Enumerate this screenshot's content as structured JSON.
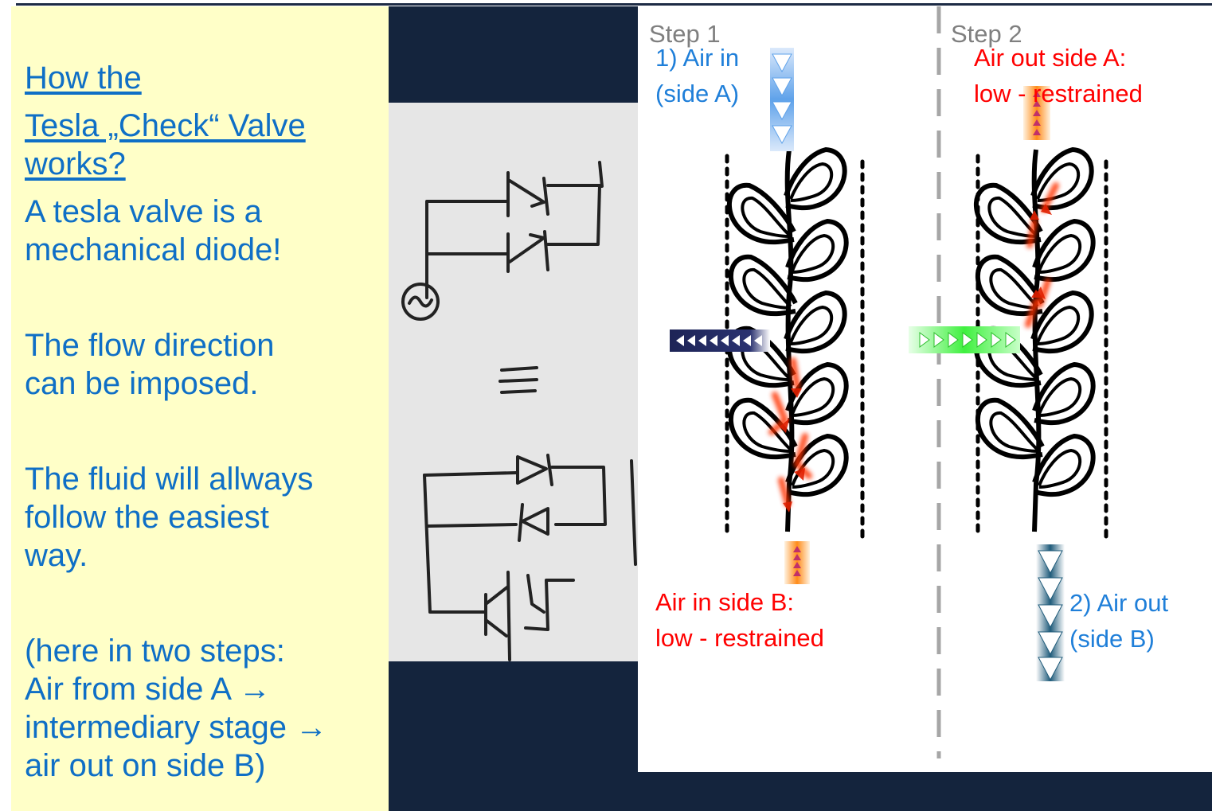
{
  "left": {
    "title_lines": [
      "How the",
      "Tesla „Check“ Valve",
      "works?"
    ],
    "para1_lines": [
      "A tesla valve is a",
      "mechanical diode!"
    ],
    "para2_lines": [
      "The flow direction",
      "can be imposed."
    ],
    "para3_lines": [
      "The fluid will allways",
      "follow the easiest",
      "way."
    ],
    "para4_lines": [
      "(here in two steps:",
      "Air from side A →",
      "intermediary stage →",
      "air out  on side B)"
    ]
  },
  "step1": {
    "label": "Step 1",
    "air_in_lines": [
      "1) Air in",
      "(side A)"
    ],
    "side_b_lines": [
      "Air in side B:",
      "low - restrained"
    ]
  },
  "step2": {
    "label": "Step 2",
    "side_a_lines": [
      "Air out side A:",
      "low - restrained"
    ],
    "air_out_lines": [
      "2) Air out",
      "(side B)"
    ]
  },
  "colors": {
    "text_blue": "#0f6fc6",
    "diagram_blue": "#1f7fd9",
    "red": "#ff0000",
    "panel_yellow": "#ffffc8",
    "navy": "#14243d",
    "arrow_navy": "#1d2456",
    "arrow_green": "#3ff03f",
    "arrow_orange": "#ff8c1a",
    "arrow_teal": "#1f5b7a"
  }
}
